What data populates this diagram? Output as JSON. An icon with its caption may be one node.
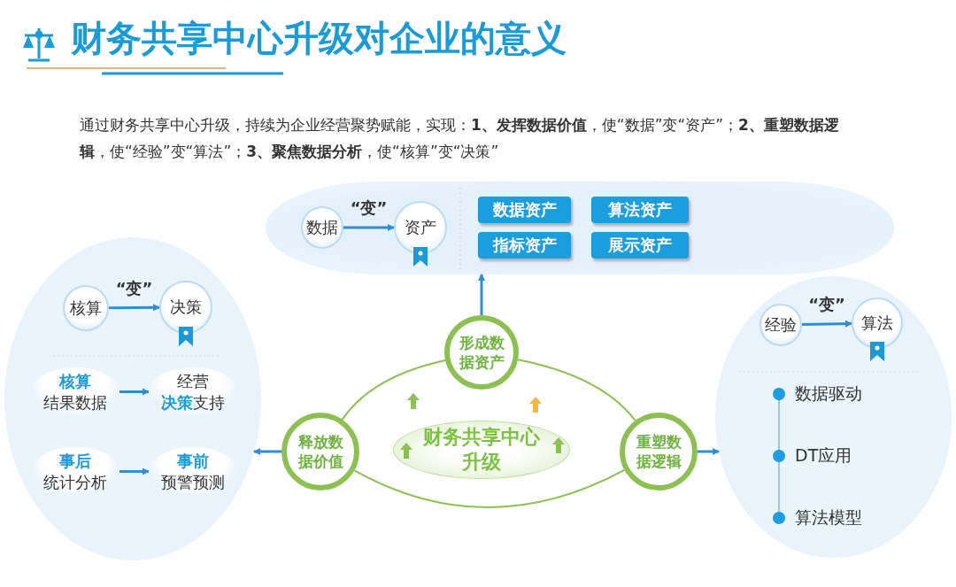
{
  "diagram": {
    "title": "财务共享中心升级对企业的意义",
    "nodes": [
      {
        "text": [],
        "shape": "ellipse"
      },
      {
        "text": [
          "数据"
        ],
        "in": 0
      },
      {
        "text": [
          "资产"
        ],
        "in": 0
      },
      {
        "text": [
          "数据资产"
        ],
        "in": 0
      },
      {
        "text": [
          "算法资产"
        ],
        "in": 0
      },
      {
        "text": [
          "指标资产"
        ],
        "in": 0
      },
      {
        "text": [
          "展示资产"
        ],
        "in": 0
      },
      {
        "text": [],
        "shape": "ellipse"
      },
      {
        "text": [
          "核算"
        ],
        "in": 7
      },
      {
        "text": [
          "决策"
        ],
        "in": 7
      },
      {
        "text": [
          "核算",
          "结果数据"
        ],
        "in": 7
      },
      {
        "text": [
          "经营",
          "**决策**支持"
        ],
        "in": 7
      },
      {
        "text": [
          "事后",
          "统计分析"
        ],
        "in": 7
      },
      {
        "text": [
          "事前",
          "预警预测"
        ],
        "in": 7
      },
      {
        "text": [],
        "shape": "ellipse"
      },
      {
        "text": [
          "经验"
        ],
        "in": 14
      },
      {
        "text": [
          "算法"
        ],
        "in": 14
      },
      {
        "text": [
          "形成数据资产"
        ]
      },
      {
        "text": [
          "释放数据价值"
        ]
      },
      {
        "text": [
          "重塑数据逻辑"
        ]
      },
      {
        "text": [
          "财务共享中心升级"
        ]
      }
    ],
    "edges": [
      {
        "from": 1,
        "to": 2,
        "arrow": "to",
        "label": "“变”"
      },
      {
        "from": 8,
        "to": 9,
        "arrow": "to",
        "label": "“变”"
      },
      {
        "from": 15,
        "to": 16,
        "arrow": "to",
        "label": "“变”"
      },
      {
        "from": 10,
        "to": 11,
        "arrow": "to"
      },
      {
        "from": 12,
        "to": 13,
        "arrow": "to"
      },
      {
        "from": 17,
        "to": 0,
        "arrow": "to"
      },
      {
        "from": 18,
        "to": 7,
        "arrow": "to"
      },
      {
        "from": 19,
        "to": 14,
        "arrow": "to"
      },
      {
        "from": 18,
        "to": 17,
        "arrow": "none",
        "color": "#8cc152"
      },
      {
        "from": 17,
        "to": 19,
        "arrow": "none",
        "color": "#8cc152"
      },
      {
        "from": 18,
        "to": 19,
        "arrow": "none",
        "color": "#8cc152"
      }
    ],
    "labels": [
      "通过财务共享中心升级，持续为企业经营聚势赋能，实现：**1、发挥数据价值**，使“数据”变“资产”；**2、重塑数据逻辑**，使“经验”变“算法”；**3、聚焦数据分析**，使“核算”变“决策”",
      "数据驱动",
      "DT应用",
      "算法模型"
    ]
  }
}
